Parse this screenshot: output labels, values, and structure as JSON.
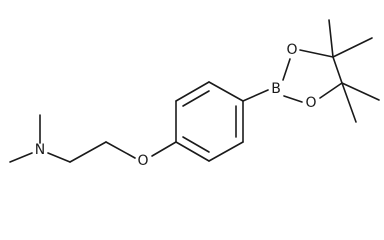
{
  "molecule": {
    "atoms": {
      "nitrogen": "N",
      "ether_oxygen": "O",
      "boron": "B",
      "ring_oxygen_top": "O",
      "ring_oxygen_bottom": "O"
    }
  },
  "colors": {
    "bond": "#1a1a1a",
    "background": "#ffffff"
  }
}
